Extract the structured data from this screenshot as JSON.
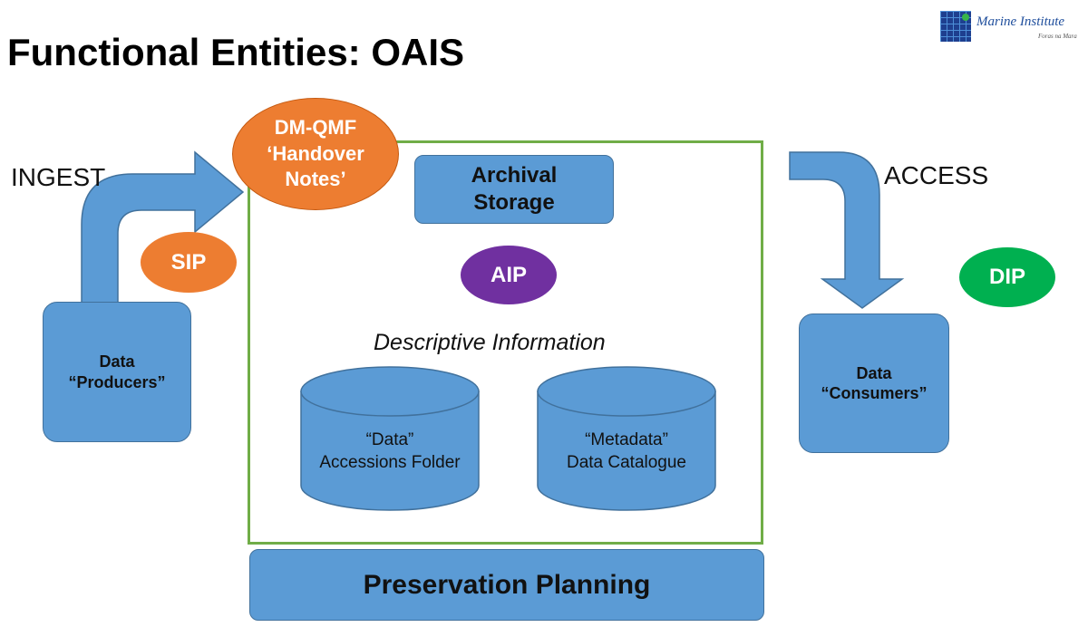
{
  "title": "Functional Entities: OAIS",
  "logo": {
    "name": "Marine Institute",
    "tagline": "Foras na Mara"
  },
  "labels": {
    "ingest": "INGEST",
    "access": "ACCESS",
    "descriptive": "Descriptive Information"
  },
  "producers": {
    "line1": "Data",
    "line2": "“Producers”"
  },
  "consumers": {
    "line1": "Data",
    "line2": "“Consumers”"
  },
  "sip": "SIP",
  "aip": "AIP",
  "dip": "DIP",
  "dmqmf": {
    "line1": "DM-QMF",
    "line2": "‘Handover",
    "line3": "Notes’"
  },
  "archival": {
    "line1": "Archival",
    "line2": "Storage"
  },
  "data_folder": {
    "line1": "“Data”",
    "line2": "Accessions Folder"
  },
  "metadata_catalogue": {
    "line1": "“Metadata”",
    "line2": "Data Catalogue"
  },
  "preservation": "Preservation Planning",
  "colors": {
    "box_blue": "#5b9bd5",
    "orange": "#ed7d31",
    "purple": "#7030a0",
    "green": "#00b050",
    "frame_green": "#70ad47"
  }
}
